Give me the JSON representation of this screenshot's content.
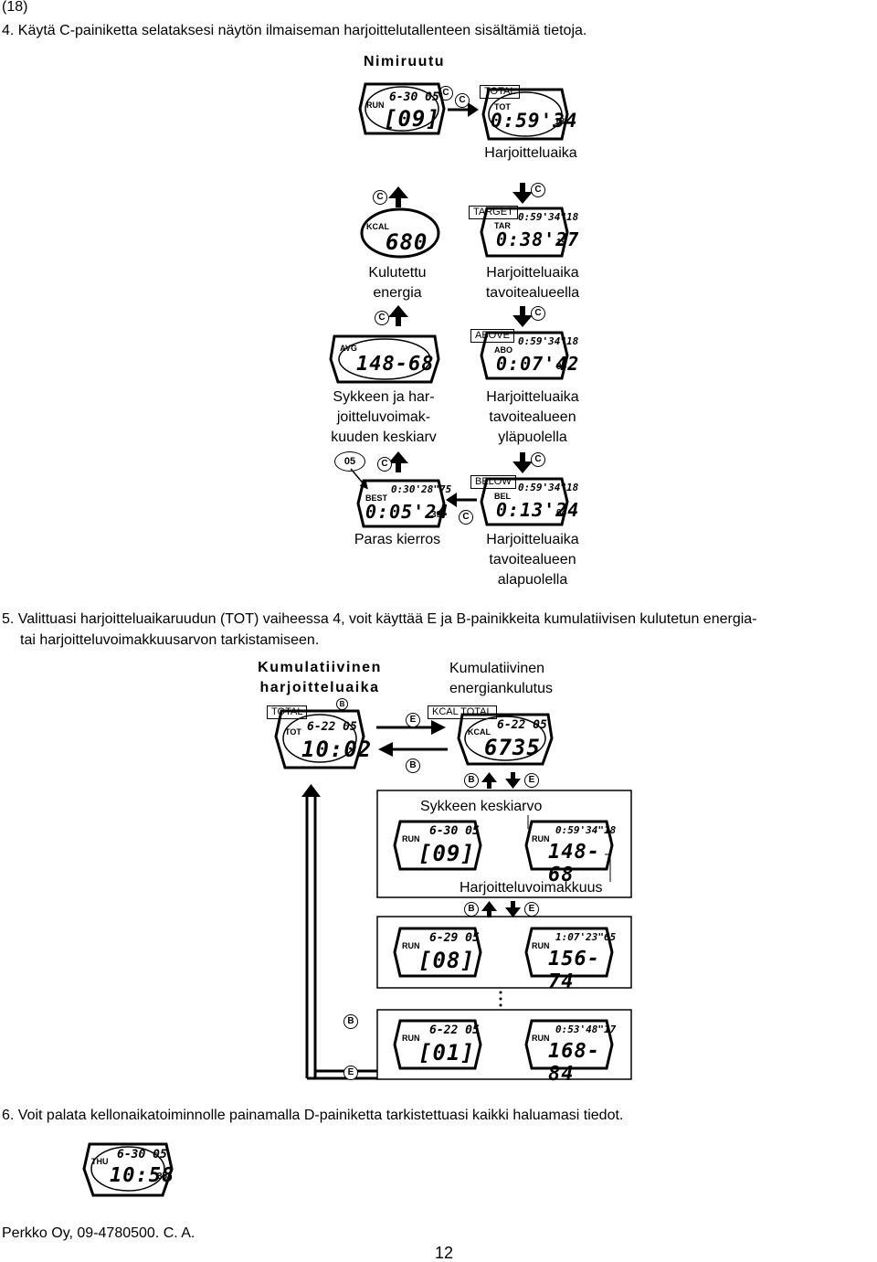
{
  "page": {
    "number_tag": "(18)",
    "step4": "4.  Käytä C-painiketta selataksesi näytön ilmaiseman harjoittelutallenteen sisältämiä tietoja.",
    "title_name_cell": "Nimiruutu",
    "step5_line1": "5.  Valittuasi harjoitteluaikaruudun (TOT) vaiheessa 4, voit käyttää E ja B-painikkeita kumulatiivisen kulutetun energia-",
    "step5_line2": "tai harjoitteluvoimakkuusarvon tarkistamiseen.",
    "step6": "6.  Voit palata kellonaikatoiminnolle painamalla D-painiketta tarkistettuasi kaikki haluamasi tiedot.",
    "footer": "Perkko Oy, 09-4780500. C. A.",
    "page_number": "12"
  },
  "buttons": {
    "c": "C",
    "e": "E",
    "b": "B"
  },
  "captions": {
    "training_time": "Harjoitteluaika",
    "consumed_energy_1": "Kulutettu",
    "consumed_energy_2": "energia",
    "target_1": "Harjoitteluaika",
    "target_2": "tavoitealueella",
    "avg_1": "Sykkeen ja har-",
    "avg_2": "joitteluvoimak-",
    "avg_3": "kuuden keskiarv",
    "above_1": "Harjoitteluaika",
    "above_2": "tavoitealueen",
    "above_3": "yläpuolella",
    "best_lap": "Paras kierros",
    "below_1": "Harjoitteluaika",
    "below_2": "tavoitealueen",
    "below_3": "alapuolella",
    "cum_time_1": "Kumulatiivinen",
    "cum_time_2": "harjoitteluaika",
    "cum_energy_1": "Kumulatiivinen",
    "cum_energy_2": "energiankulutus",
    "hr_avg": "Sykkeen keskiarvo",
    "intensity": "Harjoitteluvoimakkuus"
  },
  "badges": {
    "total": "TOTAL",
    "target": "TARGET",
    "above": "ABOVE",
    "below": "BELOW",
    "kcal_total": "KCAL TOTAL",
    "lap_no": "05"
  },
  "watches": {
    "run_name": {
      "top": "6-30  05",
      "label": "RUN",
      "main": "[09]"
    },
    "tot": {
      "label": "TOT",
      "main": "0:59'34",
      "sec": "18"
    },
    "kcal": {
      "label": "KCAL",
      "main": "680"
    },
    "target": {
      "top": "0:59'34\"18",
      "label": "TAR",
      "main": "0:38'27",
      "sec": "19"
    },
    "avg": {
      "label": "AVG",
      "main": "148-68"
    },
    "above": {
      "top": "0:59'34\"18",
      "label": "ABO",
      "main": "0:07'42",
      "sec": "35"
    },
    "best": {
      "top": "0:30'28\"75",
      "label": "BEST",
      "main": "0:05'24",
      "sec": "39"
    },
    "below": {
      "top": "0:59'34\"18",
      "label": "BEL",
      "main": "0:13'24",
      "sec": "64"
    },
    "cum_tot": {
      "top": "6-22  05",
      "label": "TOT",
      "main": "10:02"
    },
    "cum_kcal": {
      "top": "6-22  05",
      "label": "KCAL",
      "main": "6735"
    },
    "r1_left": {
      "top": "6-30  05",
      "label": "RUN",
      "main": "[09]"
    },
    "r1_right": {
      "top": "0:59'34\"18",
      "label": "RUN",
      "main": "148-68"
    },
    "r2_left": {
      "top": "6-29  05",
      "label": "RUN",
      "main": "[08]"
    },
    "r2_right": {
      "top": "1:07'23\"65",
      "label": "RUN",
      "main": "156-74"
    },
    "r3_left": {
      "top": "6-22  05",
      "label": "RUN",
      "main": "[01]"
    },
    "r3_right": {
      "top": "0:53'48\"17",
      "label": "RUN",
      "main": "168-84"
    },
    "clock": {
      "top": "6-30  05",
      "label": "THU",
      "main": "10:58",
      "sec": "35"
    }
  }
}
